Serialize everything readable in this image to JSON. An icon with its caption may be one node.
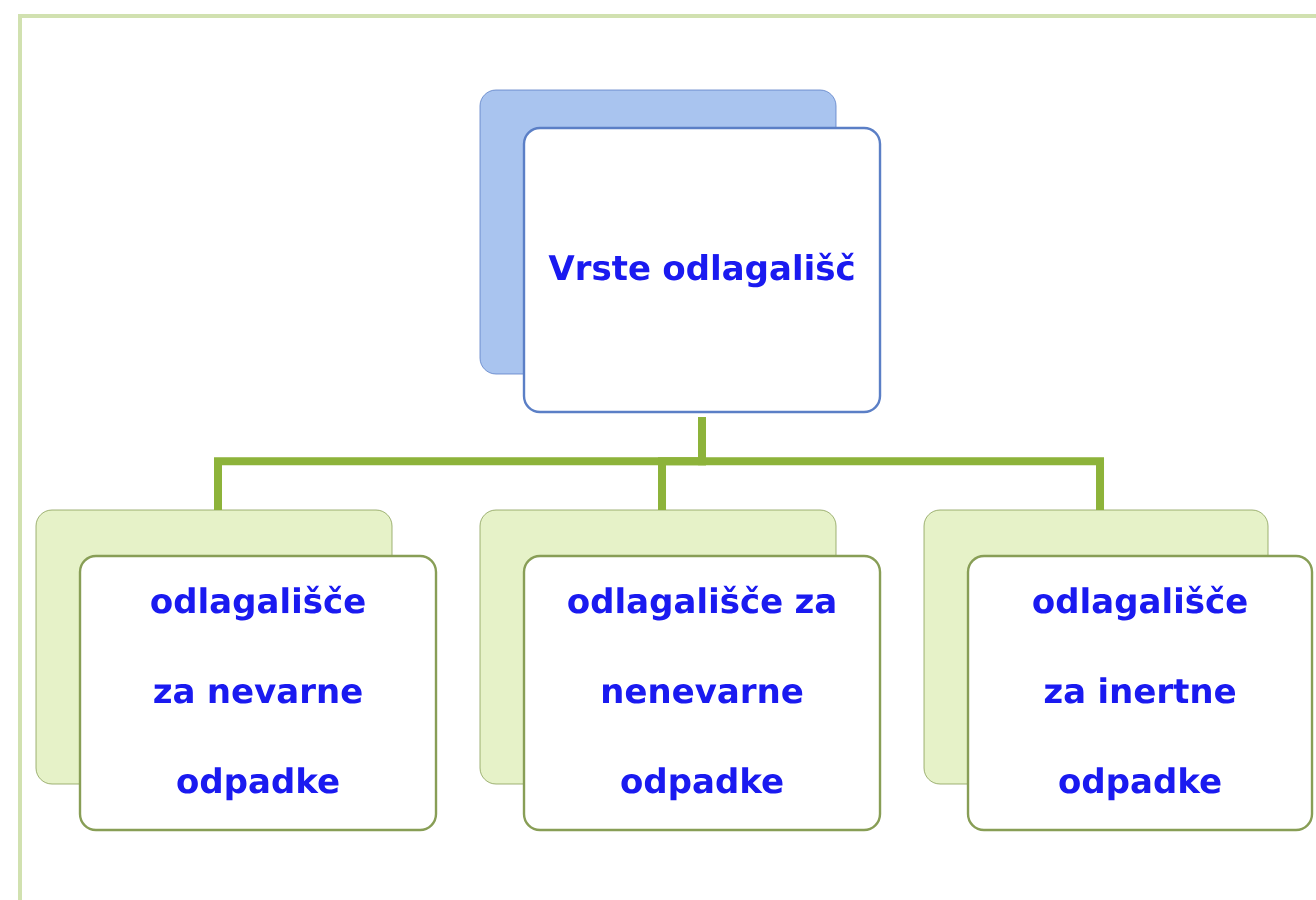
{
  "diagram": {
    "nodes": [
      {
        "text": [
          "Vrste odlagališč"
        ]
      },
      {
        "text": [
          "odlagališče za nevarne odpadke"
        ]
      },
      {
        "text": [
          "odlagališče za nenevarne odpadke"
        ]
      },
      {
        "text": [
          "odlagališče za inertne odpadke"
        ]
      }
    ],
    "edges": [
      {
        "from": 0,
        "to": 1,
        "arrow": "none"
      },
      {
        "from": 0,
        "to": 2,
        "arrow": "none"
      },
      {
        "from": 0,
        "to": 3,
        "arrow": "none"
      }
    ]
  }
}
